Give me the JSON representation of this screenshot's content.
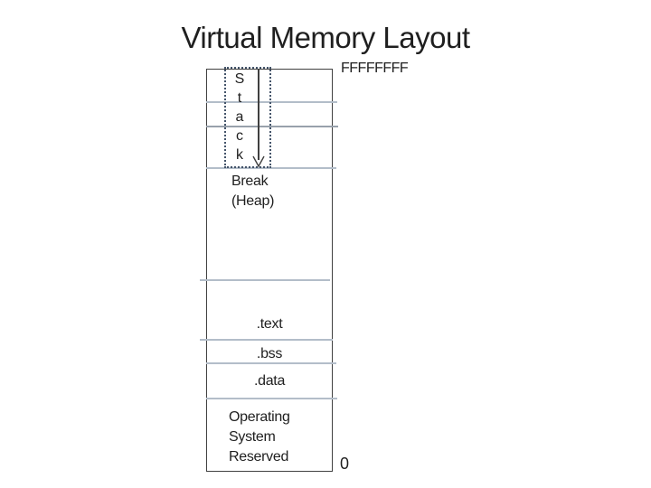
{
  "slide": {
    "title": "Virtual Memory Layout"
  },
  "diagram": {
    "top_address": "FFFFFFFF",
    "bottom_address": "0",
    "stack_letters": [
      "S",
      "t",
      "a",
      "c",
      "k"
    ],
    "heap_label": [
      "Break",
      "(Heap)"
    ],
    "text_label": ".text",
    "bss_label": ".bss",
    "data_label": ".data",
    "os_label": [
      "Operating",
      "System",
      "Reserved"
    ]
  },
  "colors": {
    "box_border": "#404040",
    "grid_line": "#b3bdc9",
    "grid_line_dark": "#98a1ab",
    "stack_outline": "#44546a",
    "text": "#1f1f1f"
  }
}
